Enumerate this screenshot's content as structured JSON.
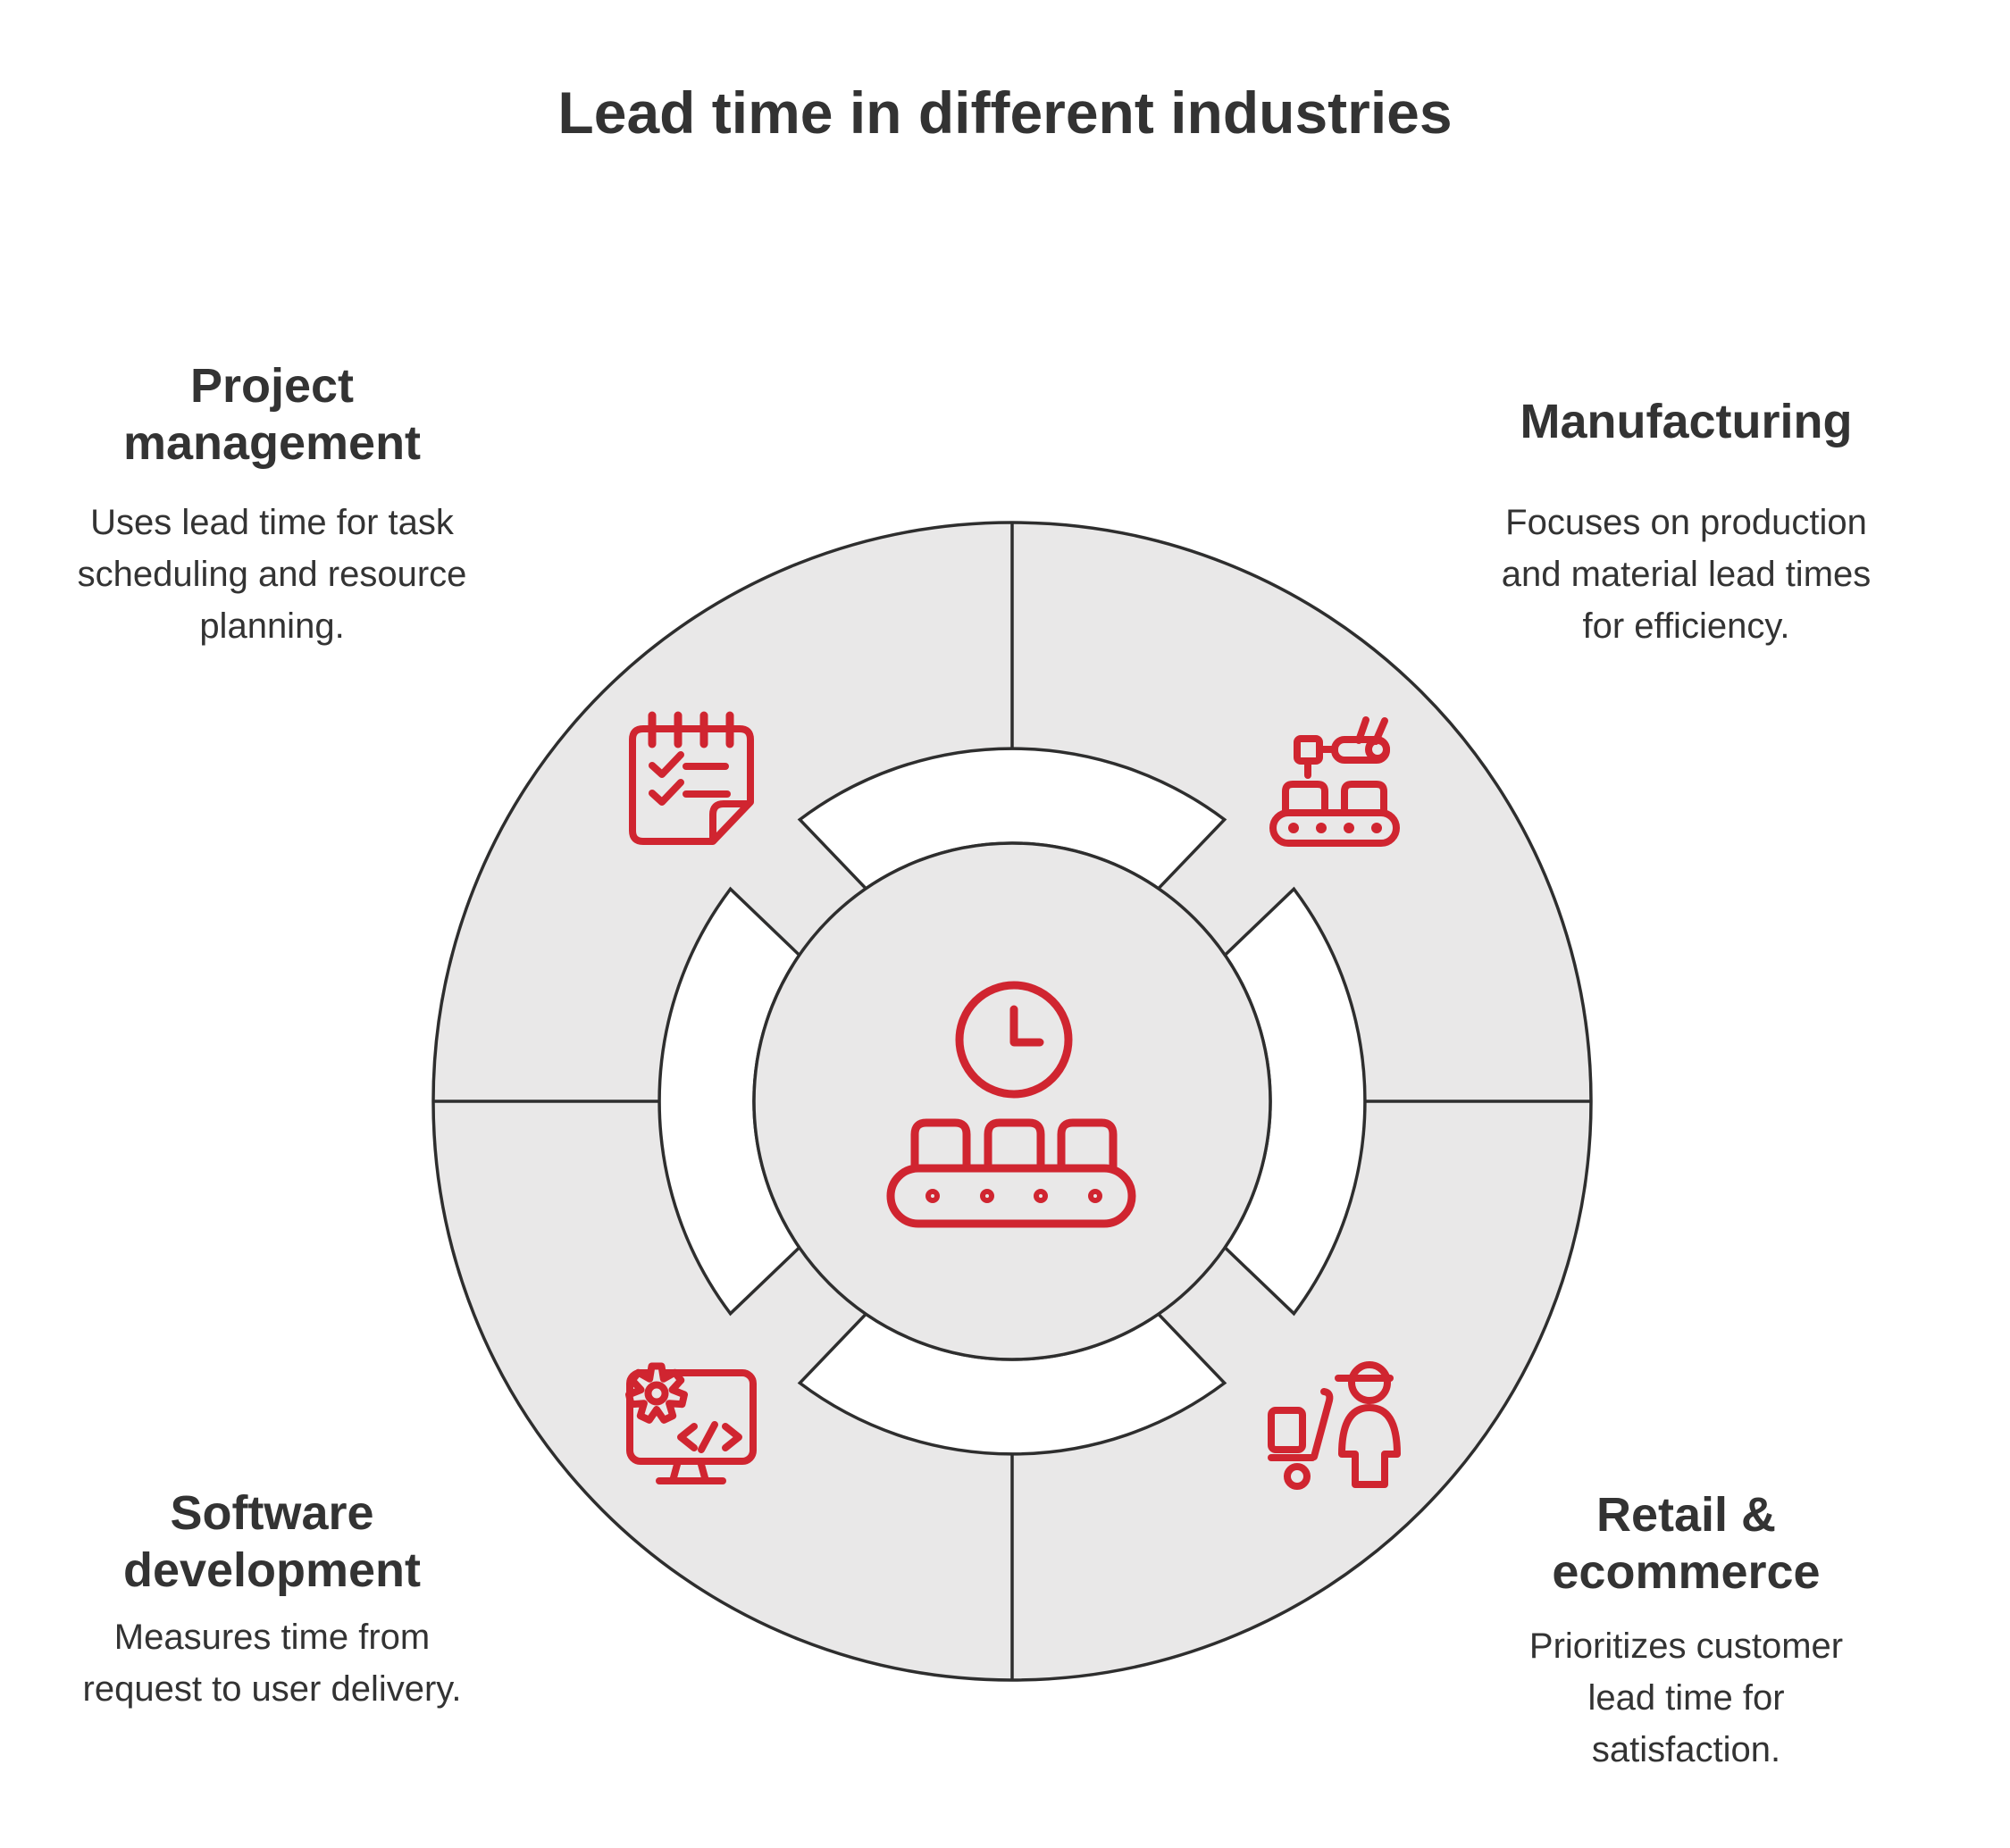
{
  "title": "Lead time in different industries",
  "colors": {
    "accent_red": "#d02530",
    "outline_dark": "#2e2e2e",
    "ring_gray": "#e9e8e8",
    "text": "#333333"
  },
  "sections": {
    "project_management": {
      "heading_lines": [
        "Project",
        "management"
      ],
      "description_lines": [
        "Uses lead time for task",
        "scheduling and resource",
        "planning."
      ],
      "icon": "checklist-notepad-icon"
    },
    "manufacturing": {
      "heading_lines": [
        "Manufacturing"
      ],
      "description_lines": [
        "Focuses on production",
        "and material lead times",
        "for efficiency."
      ],
      "icon": "robotic-arm-conveyor-icon"
    },
    "software_development": {
      "heading_lines": [
        "Software",
        "development"
      ],
      "description_lines": [
        "Measures time from",
        "request to user delivery."
      ],
      "icon": "monitor-gear-code-icon"
    },
    "retail_ecommerce": {
      "heading_lines": [
        "Retail &",
        "ecommerce"
      ],
      "description_lines": [
        "Prioritizes customer",
        "lead time for",
        "satisfaction."
      ],
      "icon": "delivery-person-cart-icon"
    }
  },
  "center": {
    "icons": [
      "clock-icon",
      "conveyor-belt-icon"
    ]
  }
}
